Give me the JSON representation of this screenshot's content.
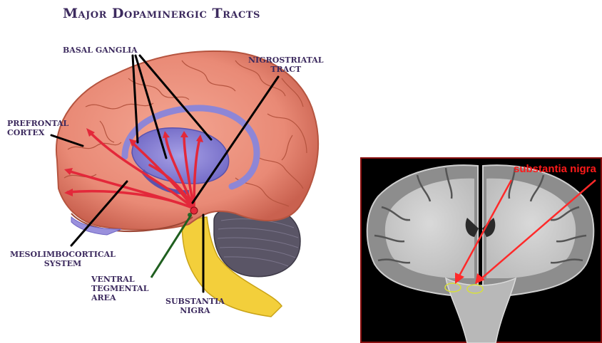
{
  "diagram": {
    "title": "Major Dopaminergic Tracts",
    "labels": {
      "basal_ganglia": "BASAL GANGLIA",
      "nigrostriatal_line1": "NIGROSTRIATAL",
      "nigrostriatal_line2": "TRACT",
      "prefrontal_line1": "PREFRONTAL",
      "prefrontal_line2": "CORTEX",
      "mesolimbo_line1": "MESOLIMBOCORTICAL",
      "mesolimbo_line2": "SYSTEM",
      "vta_line1": "VENTRAL",
      "vta_line2": "TEGMENTAL",
      "vta_line3": "AREA",
      "sn_line1": "SUBSTANTIA",
      "sn_line2": "NIGRA"
    }
  },
  "mri": {
    "label": "substantia nigra"
  },
  "colors": {
    "label_text": "#3c2a5e",
    "brain": "#e98a76",
    "ganglia": "#8e86d6",
    "tract": "#e3283a",
    "cerebellum": "#5a5566",
    "brainstem": "#f3cf3b",
    "mri_label": "#ff1a1a"
  }
}
